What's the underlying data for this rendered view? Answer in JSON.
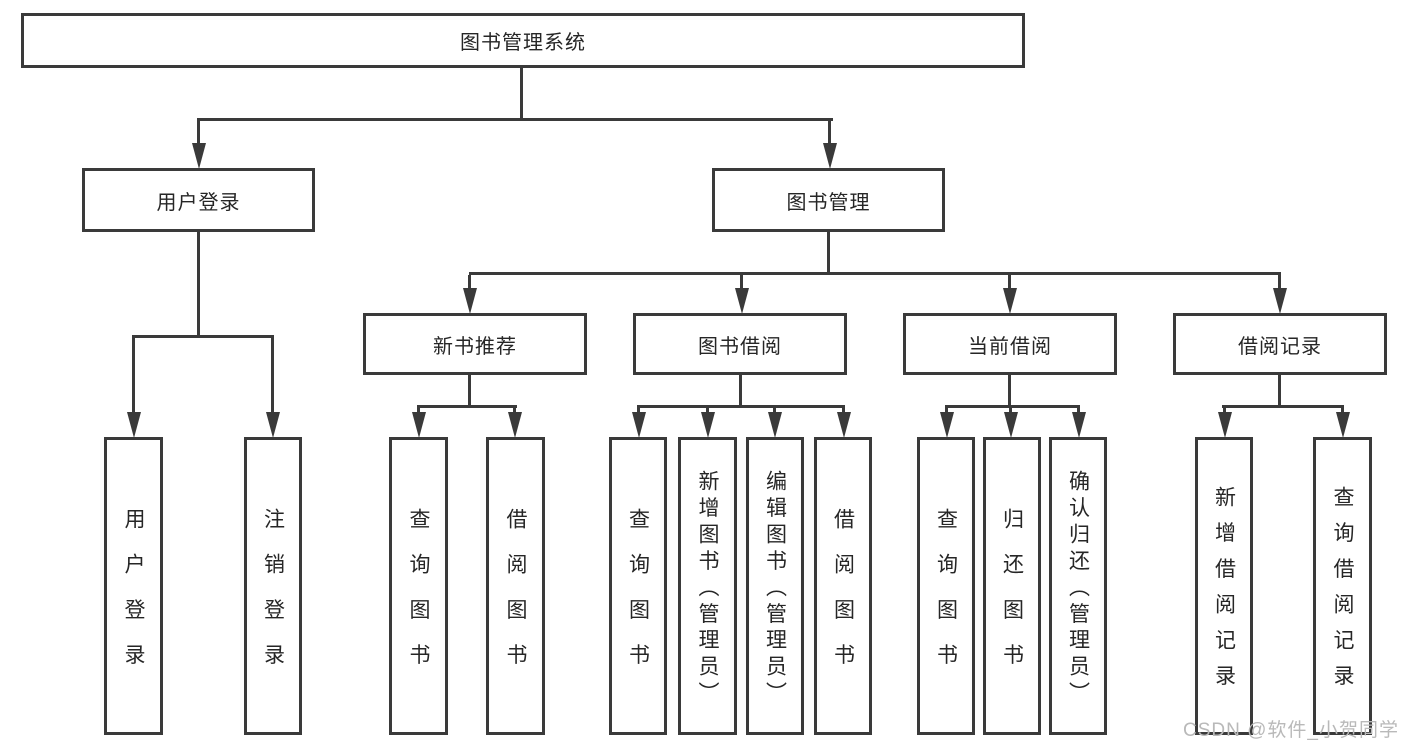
{
  "diagram": {
    "root": {
      "label": "图书管理系统"
    },
    "level1": [
      {
        "label": "用户登录"
      },
      {
        "label": "图书管理"
      }
    ],
    "level2": [
      {
        "label": "新书推荐"
      },
      {
        "label": "图书借阅"
      },
      {
        "label": "当前借阅"
      },
      {
        "label": "借阅记录"
      }
    ],
    "leaves": [
      {
        "label": "用户登录"
      },
      {
        "label": "注销登录"
      },
      {
        "label": "查询图书"
      },
      {
        "label": "借阅图书"
      },
      {
        "label": "查询图书"
      },
      {
        "label": "新增图书（管理员）"
      },
      {
        "label": "编辑图书（管理员）"
      },
      {
        "label": "借阅图书"
      },
      {
        "label": "查询图书"
      },
      {
        "label": "归还图书"
      },
      {
        "label": "确认归还（管理员）"
      },
      {
        "label": "新增借阅记录"
      },
      {
        "label": "查询借阅记录"
      }
    ]
  },
  "watermark": {
    "text": "CSDN @软件_小贺同学"
  },
  "colors": {
    "line": "#3a3a3a",
    "text": "#262626",
    "bg": "#ffffff",
    "watermark": "#b9b9b9"
  }
}
